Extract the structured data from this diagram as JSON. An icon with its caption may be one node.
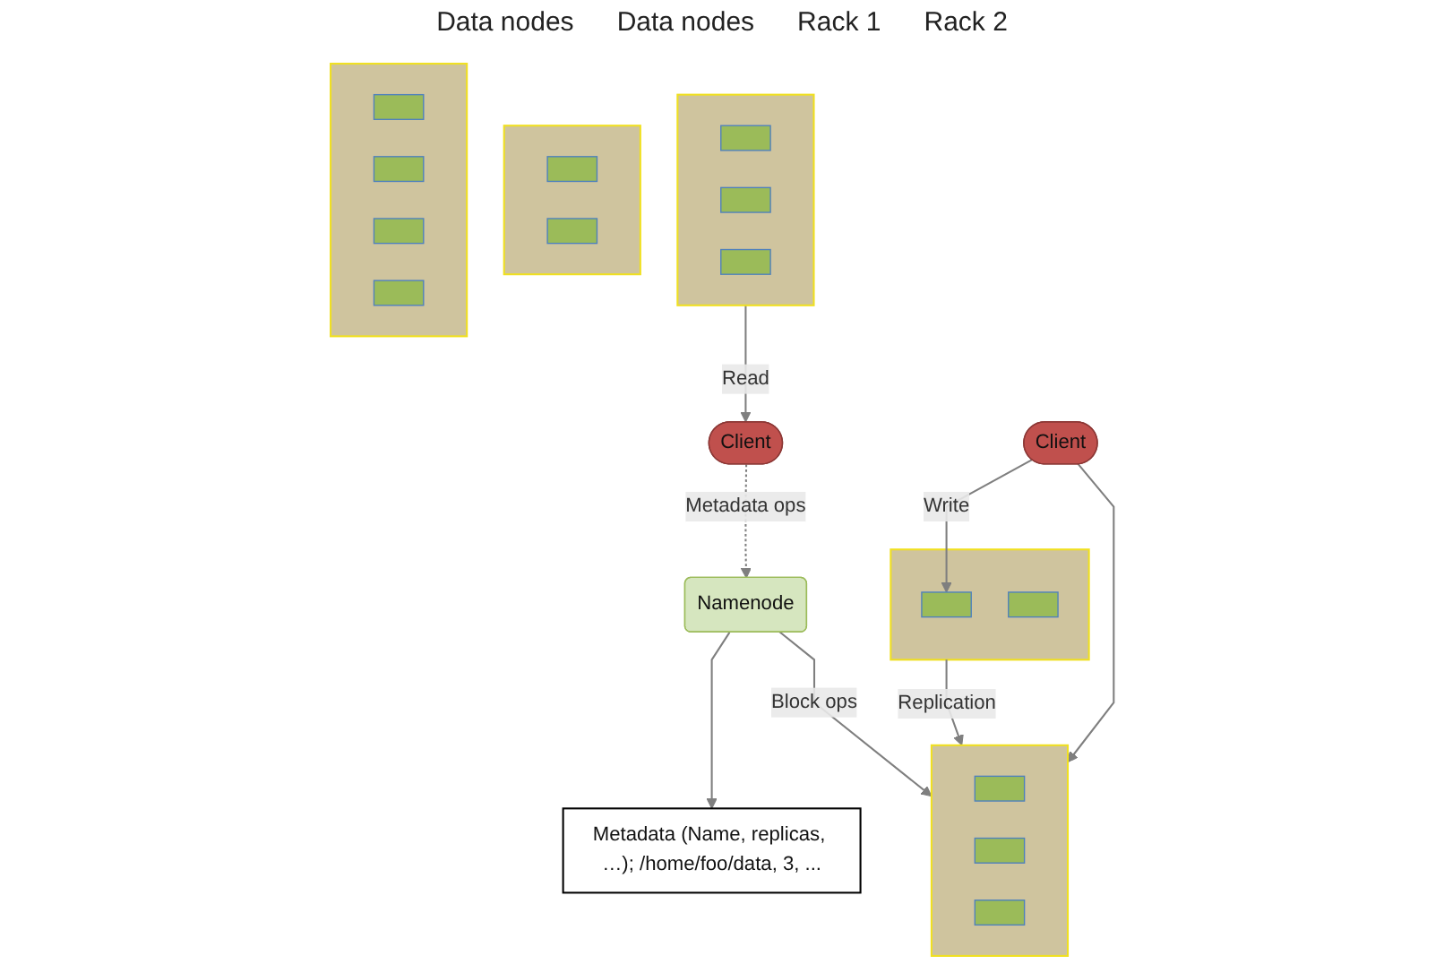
{
  "diagram": {
    "nodes": [
      {
        "text": [
          "Namenode"
        ]
      },
      {
        "text": [
          "Metadata (Name, replicas, …); /home/foo/data, 3, ..."
        ]
      },
      {
        "text": [
          "Client"
        ]
      },
      {
        "text": [],
        "shape": "box"
      },
      {
        "text": [],
        "shape": "box",
        "in": 3
      },
      {
        "text": [],
        "shape": "box",
        "in": 3
      },
      {
        "text": [],
        "shape": "box",
        "in": 3
      },
      {
        "text": [],
        "shape": "box"
      },
      {
        "text": [],
        "shape": "box",
        "in": 7
      },
      {
        "text": [],
        "shape": "box",
        "in": 7
      },
      {
        "text": [],
        "shape": "box"
      },
      {
        "text": [],
        "shape": "box",
        "in": 10
      },
      {
        "text": [],
        "shape": "box",
        "in": 10
      },
      {
        "text": [],
        "shape": "box"
      },
      {
        "text": [],
        "shape": "box",
        "in": 13
      },
      {
        "text": [],
        "shape": "box",
        "in": 13
      },
      {
        "text": [],
        "shape": "box",
        "in": 13
      },
      {
        "text": [],
        "shape": "box"
      },
      {
        "text": [],
        "shape": "box",
        "in": 17
      },
      {
        "text": [],
        "shape": "box",
        "in": 17
      },
      {
        "text": [],
        "shape": "box",
        "in": 17
      },
      {
        "text": [],
        "shape": "box",
        "in": 17
      },
      {
        "text": [
          "Client"
        ]
      }
    ],
    "edges": [
      {
        "from": 2,
        "to": 0,
        "arrow": "to",
        "label": "Metadata ops",
        "style": "dashed"
      },
      {
        "from": 0,
        "to": 1,
        "arrow": "to"
      },
      {
        "from": 0,
        "to": 13,
        "arrow": "to",
        "label": "Block ops"
      },
      {
        "from": 3,
        "to": 2,
        "arrow": "to",
        "label": "Read"
      },
      {
        "from": 10,
        "to": 13,
        "arrow": "to",
        "label": "Replication"
      },
      {
        "from": 22,
        "to": 11,
        "arrow": "to",
        "label": "Write"
      },
      {
        "from": 22,
        "to": 13,
        "arrow": "to"
      }
    ],
    "labels": [
      "Data nodes",
      "Data nodes",
      "Rack 1",
      "Rack 2"
    ]
  }
}
